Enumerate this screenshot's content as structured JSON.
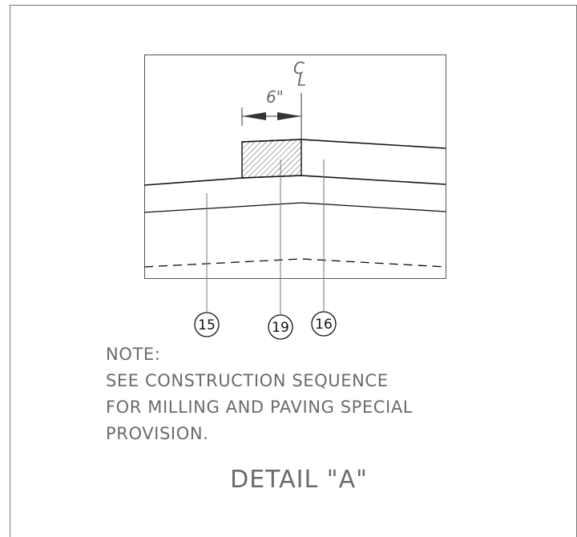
{
  "dimension": {
    "value": "6\""
  },
  "centerline": {
    "top_letter": "C",
    "bottom_letter": "L"
  },
  "callouts": [
    {
      "number": "15"
    },
    {
      "number": "19"
    },
    {
      "number": "16"
    }
  ],
  "notes": {
    "heading": "NOTE:",
    "lines": [
      "SEE CONSTRUCTION SEQUENCE",
      "FOR MILLING AND PAVING SPECIAL",
      "PROVISION."
    ]
  },
  "detail_title": "DETAIL \"A\""
}
